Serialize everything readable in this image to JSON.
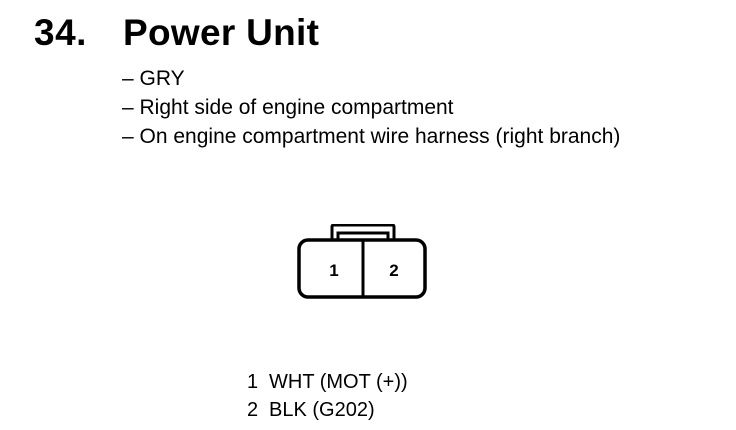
{
  "section": {
    "number": "34.",
    "title": "Power Unit"
  },
  "details": [
    "– GRY",
    "– Right side of engine compartment",
    "– On engine compartment wire harness (right branch)"
  ],
  "connector": {
    "pins": [
      "1",
      "2"
    ]
  },
  "pinouts": [
    {
      "pin": "1",
      "desc": "WHT (MOT (+))"
    },
    {
      "pin": "2",
      "desc": "BLK (G202)"
    }
  ]
}
